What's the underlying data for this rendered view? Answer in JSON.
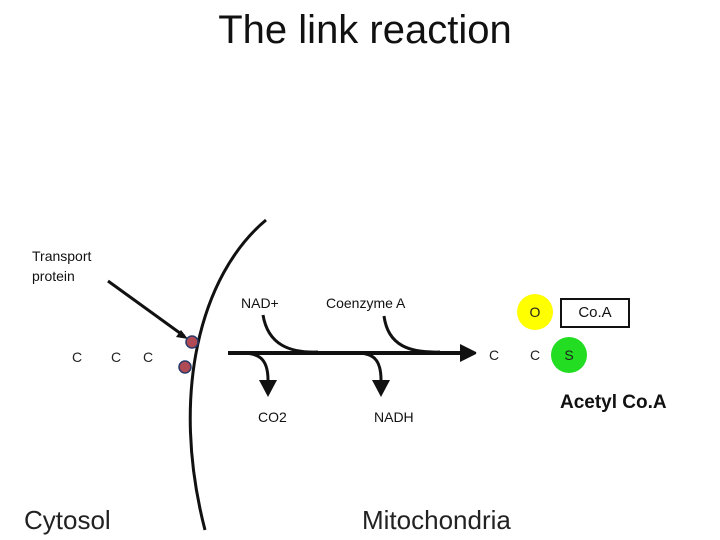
{
  "title": "The link reaction",
  "labels": {
    "transport_protein_line1": "Transport",
    "transport_protein_line2": "protein",
    "nad_plus": "NAD+",
    "coenzyme_a": "Coenzyme A",
    "co2": "CO2",
    "nadh": "NADH",
    "cytosol": "Cytosol",
    "mitochondria": "Mitochondria",
    "acetyl_coa": "Acetyl Co.A"
  },
  "pyruvate_carbons": [
    "C",
    "C",
    "C"
  ],
  "acetyl_atoms": {
    "c1": "C",
    "c2": "C",
    "o": "O",
    "s": "S",
    "coa": "Co.A"
  },
  "colors": {
    "membrane": "#111111",
    "protein": "#b04a55",
    "oxygen": "#ffff00",
    "sulfur": "#22dd22"
  }
}
